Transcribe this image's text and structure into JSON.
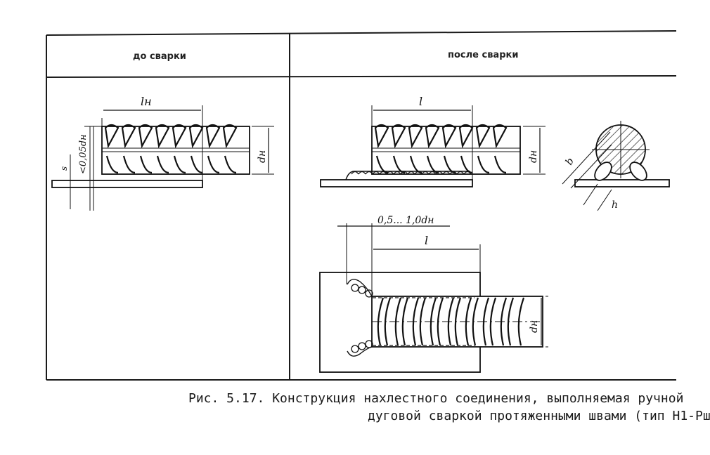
{
  "table": {
    "header_left": "до сварки",
    "header_right": "после сварки"
  },
  "labels": {
    "before_length": "lн",
    "before_gap": "<0,05dн",
    "before_s": "s",
    "before_diameter": "dн",
    "after_length": "l",
    "after_diameter": "dн",
    "section_b": "b",
    "section_h": "h",
    "plan_offset": "0,5... 1,0dн",
    "plan_length": "l",
    "plan_diameter": "dн"
  },
  "caption": {
    "line1": "Рис. 5.17. Конструкция нахлестного соединения, выполняемая ручной",
    "line2": "дуговой сваркой протяженными швами (тип Н1-Рш)"
  }
}
